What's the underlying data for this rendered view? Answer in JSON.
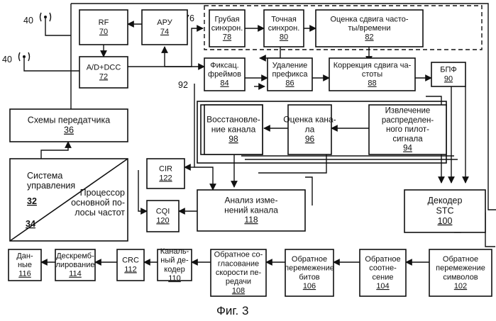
{
  "caption": "Фиг. 3",
  "refs": {
    "antenna_a": "40",
    "antenna_b": "40",
    "group_76": "76",
    "group_92": "92"
  },
  "blocks": {
    "rf": {
      "lines": [
        "RF"
      ],
      "num": "70"
    },
    "apu": {
      "lines": [
        "АРУ"
      ],
      "num": "74"
    },
    "adc": {
      "lines": [
        "A/D+DCC"
      ],
      "num": "72"
    },
    "coarse": {
      "lines": [
        "Грубая",
        "синхрон."
      ],
      "num": "78"
    },
    "fine": {
      "lines": [
        "Точная",
        "синхрон."
      ],
      "num": "80"
    },
    "est": {
      "lines": [
        "Оценка сдвига часто-",
        "ты/времени"
      ],
      "num": "82"
    },
    "frame": {
      "lines": [
        "Фиксац.",
        "фреймов"
      ],
      "num": "84"
    },
    "prefix": {
      "lines": [
        "Удаление",
        "префикса"
      ],
      "num": "86"
    },
    "fcorr": {
      "lines": [
        "Коррекция сдвига ча-",
        "стоты"
      ],
      "num": "88"
    },
    "fft": {
      "lines": [
        "БПФ"
      ],
      "num": "90"
    },
    "tx": {
      "lines": [
        "Схемы передатчика"
      ],
      "num": "36"
    },
    "restore": {
      "lines": [
        "Восстановле-",
        "ние канала"
      ],
      "num": "98"
    },
    "chest": {
      "lines": [
        "Оценка кана-",
        "ла"
      ],
      "num": "96"
    },
    "pilot": {
      "lines": [
        "Извлечение",
        "распределен-",
        "ного пилот-",
        "сигнала"
      ],
      "num": "94"
    },
    "cir": {
      "lines": [
        "CIR"
      ],
      "num": "122"
    },
    "cqi": {
      "lines": [
        "CQI"
      ],
      "num": "120"
    },
    "analysis": {
      "lines": [
        "Анализ изме-",
        "нений канала"
      ],
      "num": "118"
    },
    "stc": {
      "lines": [
        "Декодер",
        "STC"
      ],
      "num": "100"
    },
    "control": {
      "lines": [
        "Система",
        "управления"
      ],
      "num": "32"
    },
    "bbp": {
      "lines": [
        "Процессор",
        "основной по-",
        "лосы частот"
      ],
      "num": "34"
    },
    "data": {
      "lines": [
        "Дан-",
        "ные"
      ],
      "num": "116"
    },
    "descr": {
      "lines": [
        "Дескремб-",
        "лирование"
      ],
      "num": "114"
    },
    "crc": {
      "lines": [
        "CRC"
      ],
      "num": "112"
    },
    "chdec": {
      "lines": [
        "Каналь-",
        "ный де-",
        "кодер"
      ],
      "num": "110"
    },
    "ratem": {
      "lines": [
        "Обратное со-",
        "гласование",
        "скорости пе-",
        "редачи"
      ],
      "num": "108"
    },
    "bitdei": {
      "lines": [
        "Обратное",
        "перемежение",
        "битов"
      ],
      "num": "106"
    },
    "demap": {
      "lines": [
        "Обратное",
        "соотне-",
        "сение"
      ],
      "num": "104"
    },
    "symdei": {
      "lines": [
        "Обратное",
        "перемежение",
        "символов"
      ],
      "num": "102"
    }
  }
}
